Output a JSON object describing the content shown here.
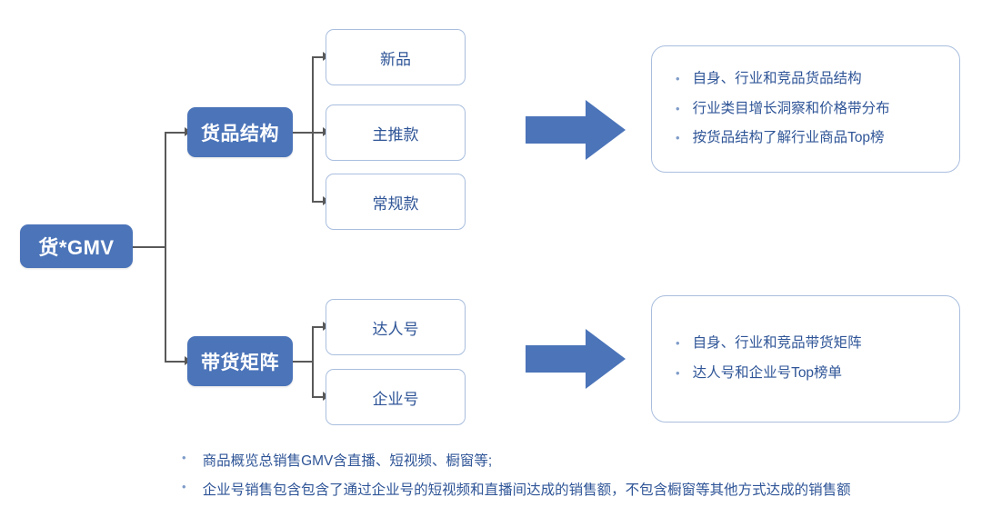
{
  "diagram": {
    "root": {
      "label": "货*GMV"
    },
    "branches": [
      {
        "label": "货品结构",
        "leaves": [
          {
            "label": "新品"
          },
          {
            "label": "主推款"
          },
          {
            "label": "常规款"
          }
        ],
        "panel": {
          "bullets": [
            "自身、行业和竞品货品结构",
            "行业类目增长洞察和价格带分布",
            "按货品结构了解行业商品Top榜"
          ]
        }
      },
      {
        "label": "带货矩阵",
        "leaves": [
          {
            "label": "达人号"
          },
          {
            "label": "企业号"
          }
        ],
        "panel": {
          "bullets": [
            "自身、行业和竞品带货矩阵",
            "达人号和企业号Top榜单"
          ]
        }
      }
    ],
    "footnotes": [
      "商品概览总销售GMV含直播、短视频、橱窗等;",
      "企业号销售包含包含了通过企业号的短视频和直播间达成的销售额，不包含橱窗等其他方式达成的销售额"
    ],
    "colors": {
      "accent": "#4b74b9",
      "outline": "#a9bede",
      "text_blue": "#2f5597",
      "line": "#595959"
    }
  }
}
